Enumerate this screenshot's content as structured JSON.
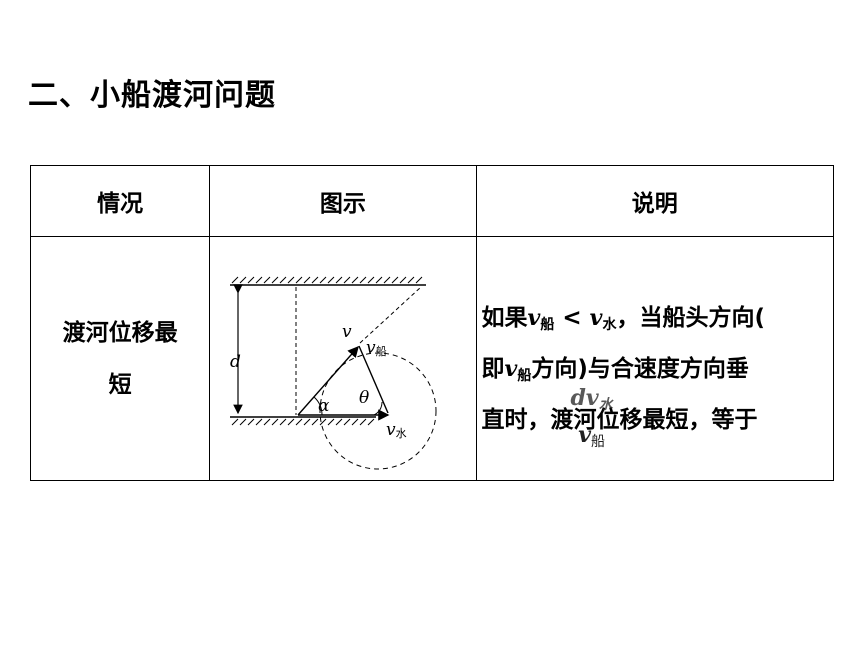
{
  "title": "二、小船渡河问题",
  "table": {
    "headers": [
      "情况",
      "图示",
      "说明"
    ],
    "row": {
      "case_line1": "渡河位移最",
      "case_line2": "短",
      "diagram_labels": {
        "d": "d",
        "v": "v",
        "v_boat": "v",
        "v_boat_sub": "船",
        "alpha": "α",
        "theta": "θ",
        "v_water": "v",
        "v_water_sub": "水"
      },
      "desc": {
        "l1_a": "如果",
        "v1": "v",
        "v1_sub": "船",
        "lt": " < ",
        "v2": "v",
        "v2_sub": "水",
        "l1_b": "，当船头方向(",
        "l2_a": "即",
        "v3": "v",
        "v3_sub": "船",
        "l2_b": "方向)与合速度方向垂",
        "l3": "直时，渡河位移最短，等于",
        "frac_num": "dv",
        "frac_num_sub": "水",
        "frac_den": "v",
        "frac_den_sub": "船"
      }
    }
  }
}
